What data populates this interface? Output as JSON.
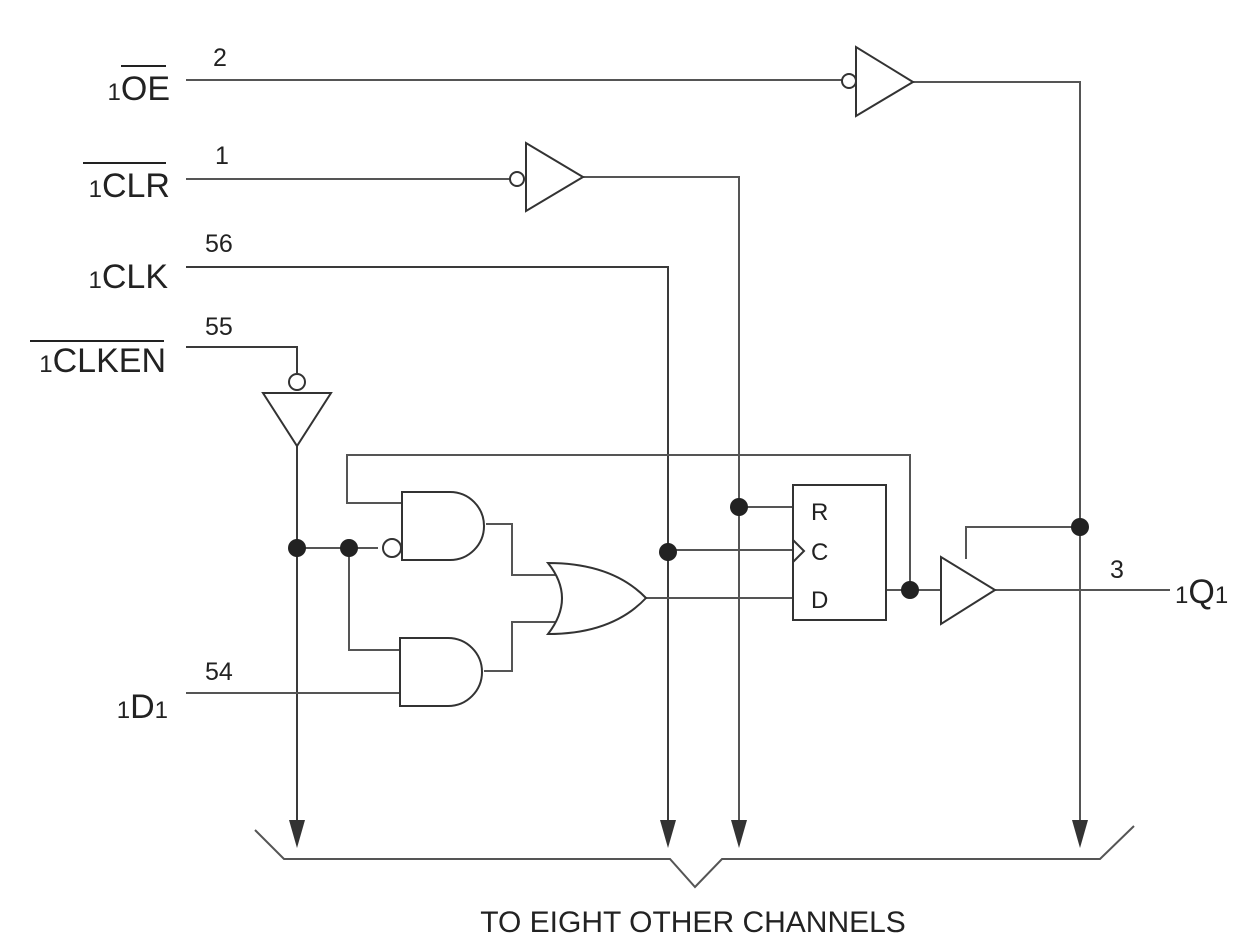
{
  "signals": {
    "oe": {
      "prefix": "1",
      "name": "OE",
      "pin": "2"
    },
    "clr": {
      "prefix": "1",
      "name": "CLR",
      "pin": "1"
    },
    "clk": {
      "prefix": "1",
      "name": "CLK",
      "pin": "56"
    },
    "clken": {
      "prefix": "1",
      "name": "CLKEN",
      "pin": "55"
    },
    "d": {
      "prefix": "1",
      "name": "D",
      "suffix": "1",
      "pin": "54"
    },
    "q": {
      "prefix": "1",
      "name": "Q",
      "suffix": "1",
      "pin": "3"
    }
  },
  "flipflop": {
    "r": "R",
    "c": "C",
    "d": "D"
  },
  "bus": {
    "caption": "TO EIGHT OTHER CHANNELS"
  }
}
